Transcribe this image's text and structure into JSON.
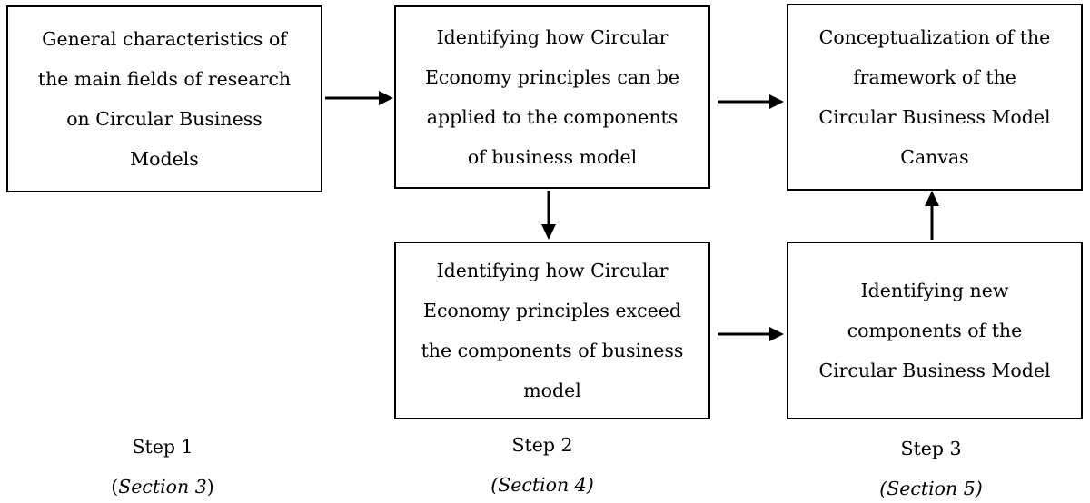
{
  "boxes": {
    "general": "General characteristics of\nthe main fields of research\non Circular Business\nModels",
    "applied": "Identifying how Circular\nEconomy principles can be\napplied to the components\nof business model",
    "concept": "Conceptualization of the\nframework of the\nCircular Business Model\nCanvas",
    "exceed": "Identifying how Circular\nEconomy principles exceed\nthe components of business\nmodel",
    "newcomp": "Identifying new\ncomponents of the\nCircular Business Model"
  },
  "steps": [
    {
      "label": "Step 1",
      "section": "Section 3"
    },
    {
      "label": "Step 2",
      "section": "Section 4"
    },
    {
      "label": "Step 3",
      "section": "Section 5"
    }
  ]
}
